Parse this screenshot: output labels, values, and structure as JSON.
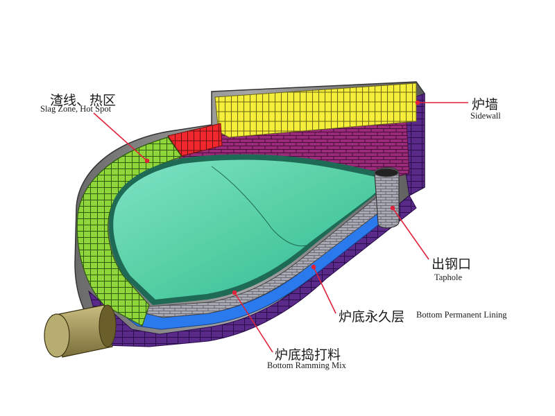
{
  "labels": {
    "slag_zone": {
      "zh": "渣线、热区",
      "en": "Slag Zone, Hot Spot"
    },
    "sidewall": {
      "zh": "炉墙",
      "en": "Sidewall"
    },
    "taphole": {
      "zh": "出钢口",
      "en": "Taphole"
    },
    "permanent": {
      "zh": "炉底永久层",
      "en": "Bottom Permanent Lining"
    },
    "ramming": {
      "zh": "炉底捣打料",
      "en": "Bottom Ramming Mix"
    }
  },
  "colors": {
    "leader": "#e0223a",
    "bath_light": "#7fe0c0",
    "bath_dark": "#2cb894",
    "slag_green": "#8fd63a",
    "hotspot_red": "#f0282e",
    "sidewall_yellow": "#f4ee3a",
    "brick_magenta": "#9a2a7a",
    "purple_base": "#5a2a8a",
    "ramming_blue": "#2a7aee",
    "shell_grey": "#9a9a9a",
    "shell_dark": "#4a4a4a",
    "tube_olive": "#a89a5a"
  }
}
